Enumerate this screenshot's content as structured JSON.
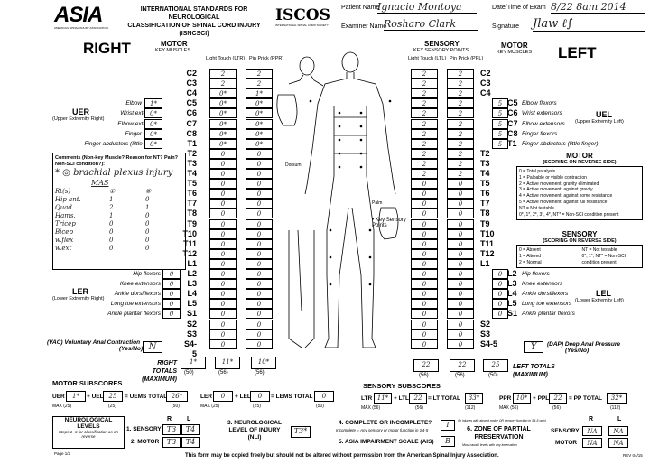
{
  "header": {
    "logo": "ASIA",
    "logo_sub": "AMERICAN SPINAL INJURY ASSOCIATION",
    "title_l1": "INTERNATIONAL STANDARDS FOR NEUROLOGICAL",
    "title_l2": "CLASSIFICATION OF SPINAL CORD INJURY",
    "title_l3": "(ISNCSCI)",
    "iscos": "ISCOS",
    "iscos_sub": "INTERNATIONAL SPINAL CORD SOCIETY",
    "patient_label": "Patient Name",
    "patient_value": "Ignacio Montoya",
    "date_label": "Date/Time of Exam",
    "date_value": "8/22 8am 2014",
    "examiner_label": "Examiner Name",
    "examiner_value": "Rosharo Clark",
    "signature_label": "Signature",
    "signature_value": "Jlaw ℓ∫"
  },
  "right_title": "RIGHT",
  "left_title": "LEFT",
  "motor_head": "MOTOR",
  "key_muscles": "KEY MUSCLES",
  "sensory_head": "SENSORY",
  "key_sensory_points": "KEY SENSORY POINTS",
  "lt_label": "Light Touch (LTR)",
  "pp_label": "Pin Prick (PPR)",
  "ltl_label": "Light Touch (LTL)",
  "ppl_label": "Pin Prick (PPL)",
  "uer": "UER",
  "uer_sub": "(Upper Extremity Right)",
  "uel": "UEL",
  "uel_sub": "(Upper Extremity Left)",
  "ler": "LER",
  "ler_sub": "(Lower Extremity Right)",
  "lel": "LEL",
  "lel_sub": "(Lower Extremity Left)",
  "levels": [
    "C2",
    "C3",
    "C4",
    "C5",
    "C6",
    "C7",
    "C8",
    "T1",
    "T2",
    "T3",
    "T4",
    "T5",
    "T6",
    "T7",
    "T8",
    "T9",
    "T10",
    "T11",
    "T12",
    "L1",
    "L2",
    "L3",
    "L4",
    "L5",
    "S1",
    "S2",
    "S3",
    "S4-5"
  ],
  "upper_muscles": [
    "Elbow flexors",
    "Wrist extensors",
    "Elbow extensors",
    "Finger flexors",
    "Finger abductors (little finger)"
  ],
  "lower_muscles": [
    "Hip flexors",
    "Knee extensors",
    "Ankle dorsiflexors",
    "Long toe extensors",
    "Ankle plantar flexors"
  ],
  "right_motor_upper": [
    "1*",
    "0*",
    "0*",
    "0*",
    "0*"
  ],
  "right_motor_lower": [
    "0",
    "0",
    "0",
    "0",
    "0"
  ],
  "right_lt": [
    "2",
    "2",
    "0*",
    "0*",
    "0*",
    "0*",
    "0*",
    "0*",
    "0",
    "0",
    "0",
    "0",
    "0",
    "0",
    "0",
    "0",
    "0",
    "0",
    "0",
    "0",
    "0",
    "0",
    "0",
    "0",
    "0",
    "0",
    "0",
    "0"
  ],
  "right_pp": [
    "2",
    "2",
    "1*",
    "0*",
    "0*",
    "0*",
    "0*",
    "0*",
    "0",
    "0",
    "0",
    "0",
    "0",
    "0",
    "0",
    "0",
    "0",
    "0",
    "0",
    "0",
    "0",
    "0",
    "0",
    "0",
    "0",
    "0",
    "0",
    "0"
  ],
  "left_motor_upper": [
    "5",
    "5",
    "5",
    "5",
    "5"
  ],
  "left_motor_lower": [
    "0",
    "0",
    "0",
    "0",
    "0"
  ],
  "left_lt": [
    "2",
    "2",
    "2",
    "2",
    "2",
    "2",
    "2",
    "2",
    "2",
    "2",
    "2",
    "0",
    "0",
    "0",
    "0",
    "0",
    "0",
    "0",
    "0",
    "0",
    "0",
    "0",
    "0",
    "0",
    "0",
    "0",
    "0",
    "0"
  ],
  "left_pp": [
    "2",
    "2",
    "2",
    "2",
    "2",
    "2",
    "2",
    "2",
    "2",
    "2",
    "2",
    "0",
    "0",
    "0",
    "0",
    "0",
    "0",
    "0",
    "0",
    "0",
    "0",
    "0",
    "0",
    "0",
    "0",
    "0",
    "0",
    "0"
  ],
  "comments": {
    "title": "Comments (Non-key Muscle? Reason for NT? Pain? Non-SCI condition?):",
    "text1": "* ◎ brachial plexus injury",
    "text2": "MAS",
    "rows": [
      {
        "name": "Rt(s)",
        "r": "①",
        "l": "⑥"
      },
      {
        "name": "Hip ant.",
        "r": "1",
        "l": "0"
      },
      {
        "name": "Quad",
        "r": "2",
        "l": "1"
      },
      {
        "name": "Hams.",
        "r": "1",
        "l": "0"
      },
      {
        "name": "Tricep",
        "r": "0",
        "l": "0"
      },
      {
        "name": "Bicep",
        "r": "0",
        "l": "0"
      },
      {
        "name": "w.flex",
        "r": "0",
        "l": "0"
      },
      {
        "name": "w.ext",
        "r": "0",
        "l": "0"
      }
    ]
  },
  "motor_scoring": {
    "title": "MOTOR",
    "sub": "(SCORING ON REVERSE SIDE)",
    "lines": [
      "0 = Total paralysis",
      "1 = Palpable or visible contraction",
      "2 = Active movement, gravity eliminated",
      "3 = Active movement, against gravity",
      "4 = Active movement, against some resistance",
      "5 = Active movement, against full resistance",
      "NT = Not testable",
      "0*, 1*, 2*, 3*, 4*, NT* = Non-SCI condition present"
    ]
  },
  "sensory_scoring": {
    "title": "SENSORY",
    "sub": "(SCORING ON REVERSE SIDE)",
    "lines": [
      "0 = Absent",
      "1 = Altered",
      "2 = Normal",
      "NT = Not testable",
      "0*, 1*, NT* = Non-SCI",
      "condition present"
    ]
  },
  "key_sensory_label": "• Key Sensory Points",
  "dermatome_label": "Dorsum",
  "palm_label": "Palm",
  "vac_label": "(VAC) Voluntary Anal Contraction",
  "vac_sub": "(Yes/No)",
  "vac_value": "N",
  "dap_label": "(DAP) Deep Anal Pressure",
  "dap_sub": "(Yes/No)",
  "dap_value": "Y",
  "right_totals_label": "RIGHT TOTALS",
  "left_totals_label": "LEFT TOTALS",
  "maximum": "(MAXIMUM)",
  "right_totals": [
    "1*",
    "11*",
    "10*"
  ],
  "right_max": [
    "(50)",
    "(56)",
    "(56)"
  ],
  "left_totals": [
    "25",
    "22",
    "22"
  ],
  "left_max": [
    "(50)",
    "(56)",
    "(56)"
  ],
  "motor_subscores": {
    "title": "MOTOR SUBSCORES",
    "uer_label": "UER",
    "uer_value": "1*",
    "uel_label": "+ UEL",
    "uel_value": "25",
    "lems_label": "= UEMS TOTAL",
    "uems_value": "26*",
    "ler_label": "LER",
    "ler_value": "0",
    "lel_label": "+ LEL",
    "lel_value": "0",
    "lems_total_label": "= LEMS TOTAL",
    "lems_value": "0",
    "max1": "MAX (25)",
    "max2": "(25)",
    "max3": "(50)",
    "max4": "MAX (25)",
    "max5": "(25)",
    "max6": "(50)"
  },
  "sensory_subscores": {
    "title": "SENSORY SUBSCORES",
    "ltr_label": "LTR",
    "ltr_value": "11*",
    "ltl_label": "+ LTL",
    "ltl_value": "22",
    "lt_total_label": "= LT TOTAL",
    "lt_value": "33*",
    "ppr_label": "PPR",
    "ppr_value": "10*",
    "ppl_label": "+ PPL",
    "ppl_value": "22",
    "pp_total_label": "= PP TOTAL",
    "pp_value": "32*",
    "max1": "MAX (56)",
    "max2": "(56)",
    "max3": "(112)",
    "max4": "MAX (56)",
    "max5": "(56)",
    "max6": "(112)"
  },
  "neuro_levels": {
    "title_l1": "NEUROLOGICAL",
    "title_l2": "LEVELS",
    "steps": "Steps 1- 6 for classification as on reverse",
    "r": "R",
    "l": "L",
    "sensory_label": "1. SENSORY",
    "sensory_r": "T3",
    "sensory_l": "T4",
    "motor_label": "2. MOTOR",
    "motor_r": "T3",
    "motor_l": "T4",
    "nli_label_l1": "3. NEUROLOGICAL",
    "nli_label_l2": "LEVEL OF INJURY",
    "nli_label_l3": "(NLI)",
    "nli_value": "T3*",
    "complete_label": "4. COMPLETE OR INCOMPLETE?",
    "complete_sub": "Incomplete = Any sensory or motor function in S4-5",
    "complete_value": "I",
    "ais_label": "5. ASIA IMPAIRMENT SCALE (AIS)",
    "ais_value": "B",
    "zpp_note": "(In injuries with absent motor OR sensory function in S4-5 only)",
    "zpp_label_l1": "6. ZONE OF PARTIAL",
    "zpp_label_l2": "PRESERVATION",
    "zpp_sub": "Most caudal levels with any innervation",
    "zpp_r": "R",
    "zpp_l": "L",
    "zpp_sensory": "SENSORY",
    "zpp_motor": "MOTOR",
    "zpp_sensory_r": "NA",
    "zpp_sensory_l": "NA",
    "zpp_motor_r": "NA",
    "zpp_motor_l": "NA"
  },
  "footer": "This form may be copied freely but should not be altered without permission from the American Spinal Injury Association.",
  "page": "Page 1/2",
  "rev": "REV 04/15"
}
